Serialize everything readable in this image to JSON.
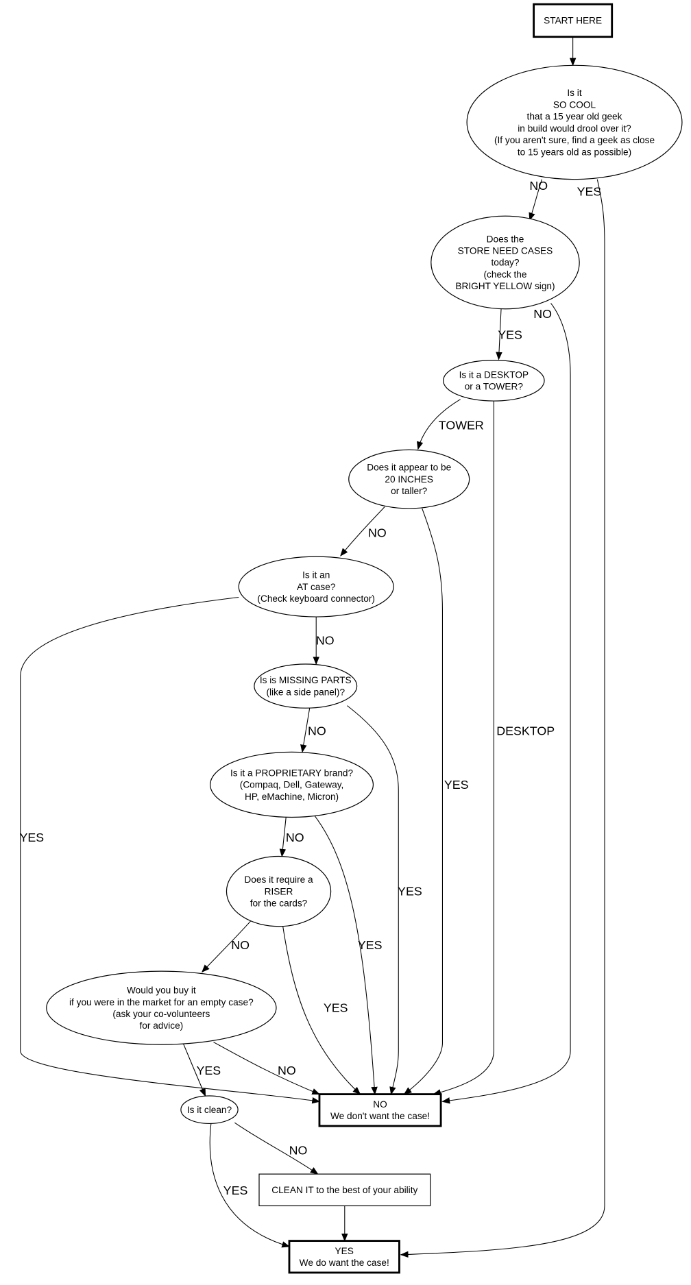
{
  "nodes": {
    "start": [
      "START HERE"
    ],
    "cool": [
      "Is it",
      "SO COOL",
      "that a 15 year old geek",
      "in build would drool over it?",
      "(If you aren't sure, find a geek as close",
      "to 15 years old as possible)"
    ],
    "store": [
      "Does the",
      "STORE NEED CASES",
      "today?",
      "(check the",
      "BRIGHT YELLOW sign)"
    ],
    "desktop": [
      "Is it a DESKTOP",
      "or a TOWER?"
    ],
    "inches": [
      "Does it appear to be",
      "20 INCHES",
      "or taller?"
    ],
    "at": [
      "Is it an",
      "AT case?",
      "(Check keyboard connector)"
    ],
    "missing": [
      "Is is MISSING PARTS",
      "(like a side panel)?"
    ],
    "prop": [
      "Is it a PROPRIETARY brand?",
      "(Compaq, Dell, Gateway,",
      "HP, eMachine, Micron)"
    ],
    "riser": [
      "Does it require a",
      "RISER",
      "for the cards?"
    ],
    "buy": [
      "Would you buy it",
      "if you were in the market for an empty case?",
      "(ask your co-volunteers",
      "for advice)"
    ],
    "clean": [
      "Is it clean?"
    ],
    "nobox": [
      "NO",
      "We don't want the case!"
    ],
    "cleanit": [
      "CLEAN IT to the best of your ability"
    ],
    "yesbox": [
      "YES",
      "We do want the case!"
    ]
  },
  "edges": {
    "cool_store": "NO",
    "cool_yes": "YES",
    "store_desktop": "YES",
    "store_no": "NO",
    "desktop_inches": "TOWER",
    "desktop_no": "DESKTOP",
    "inches_at": "NO",
    "inches_no": "YES",
    "at_missing": "NO",
    "at_no": "YES",
    "missing_prop": "NO",
    "missing_no": "YES",
    "prop_riser": "NO",
    "prop_no": "YES",
    "riser_buy": "NO",
    "riser_no": "YES",
    "buy_clean": "YES",
    "buy_no": "NO",
    "clean_cleanit": "NO",
    "clean_yes": "YES"
  }
}
